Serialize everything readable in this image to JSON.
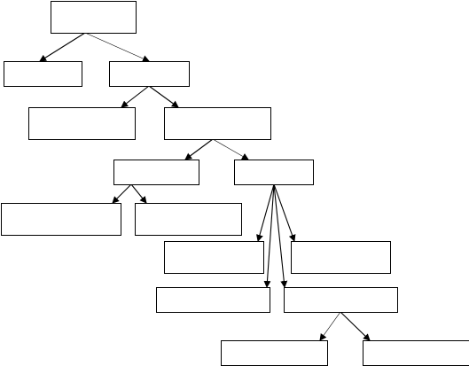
{
  "diagram": {
    "kind": "tree",
    "nodes": [
      {
        "id": "root",
        "label": ""
      },
      {
        "id": "level1-left",
        "label": ""
      },
      {
        "id": "level1-right",
        "label": ""
      },
      {
        "id": "level2-left",
        "label": ""
      },
      {
        "id": "level2-right",
        "label": ""
      },
      {
        "id": "level3-left",
        "label": ""
      },
      {
        "id": "level3-right",
        "label": ""
      },
      {
        "id": "level4-left",
        "label": ""
      },
      {
        "id": "level4-mid",
        "label": ""
      },
      {
        "id": "level5-left",
        "label": ""
      },
      {
        "id": "level5-right",
        "label": ""
      },
      {
        "id": "level6-left",
        "label": ""
      },
      {
        "id": "level6-right",
        "label": ""
      },
      {
        "id": "level7-left",
        "label": ""
      },
      {
        "id": "level7-right",
        "label": ""
      }
    ],
    "edges": [
      {
        "from": "root",
        "to": "level1-left"
      },
      {
        "from": "root",
        "to": "level1-right"
      },
      {
        "from": "level1-right",
        "to": "level2-left"
      },
      {
        "from": "level1-right",
        "to": "level2-right"
      },
      {
        "from": "level2-right",
        "to": "level3-left"
      },
      {
        "from": "level2-right",
        "to": "level3-right"
      },
      {
        "from": "level3-left",
        "to": "level4-left"
      },
      {
        "from": "level3-left",
        "to": "level4-mid"
      },
      {
        "from": "level3-right",
        "to": "level5-left"
      },
      {
        "from": "level3-right",
        "to": "level5-right"
      },
      {
        "from": "level3-right",
        "to": "level6-left"
      },
      {
        "from": "level3-right",
        "to": "level6-right"
      },
      {
        "from": "level6-right",
        "to": "level7-left"
      },
      {
        "from": "level6-right",
        "to": "level7-right"
      }
    ]
  }
}
